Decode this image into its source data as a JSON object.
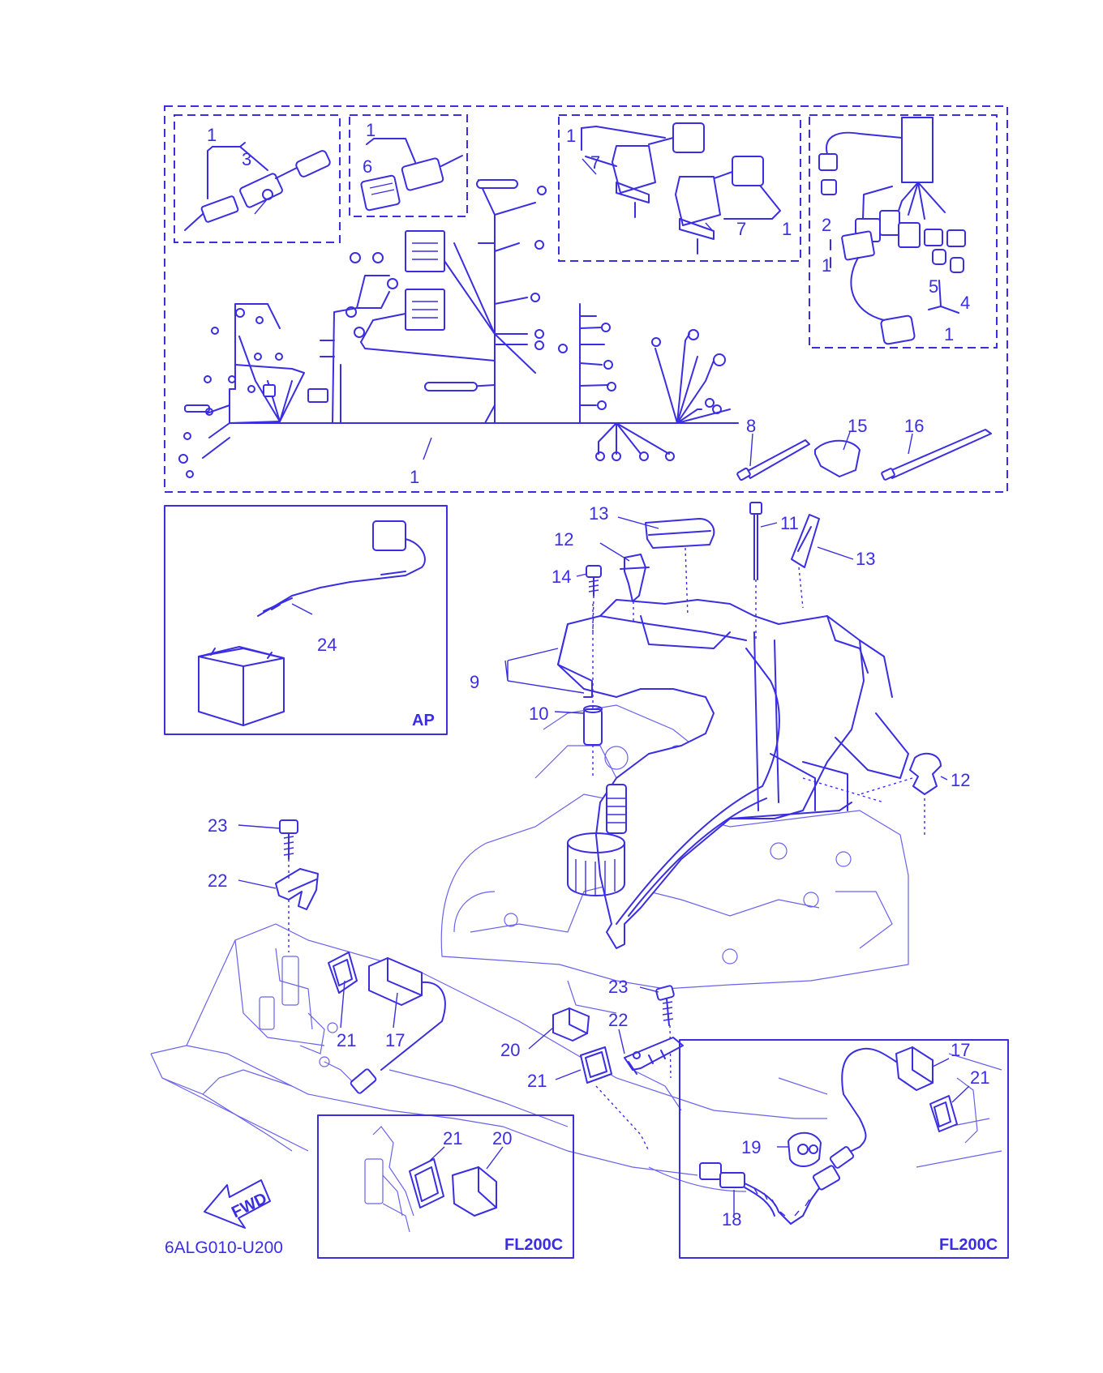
{
  "diagram": {
    "code": "6ALG010-U200",
    "panel_tags": {
      "battery": "AP",
      "bottom_center": "FL200C",
      "bottom_right": "FL200C"
    },
    "fwd_arrow": "FWD",
    "callouts": [
      {
        "id": "c-1a",
        "text": "1"
      },
      {
        "id": "c-3",
        "text": "3"
      },
      {
        "id": "c-1b",
        "text": "1"
      },
      {
        "id": "c-6",
        "text": "6"
      },
      {
        "id": "c-1c",
        "text": "1"
      },
      {
        "id": "c-7a",
        "text": "7"
      },
      {
        "id": "c-7b",
        "text": "7"
      },
      {
        "id": "c-1d",
        "text": "1"
      },
      {
        "id": "c-2",
        "text": "2"
      },
      {
        "id": "c-1e",
        "text": "1"
      },
      {
        "id": "c-5",
        "text": "5"
      },
      {
        "id": "c-4",
        "text": "4"
      },
      {
        "id": "c-1f",
        "text": "1"
      },
      {
        "id": "c-1g",
        "text": "1"
      },
      {
        "id": "c-8",
        "text": "8"
      },
      {
        "id": "c-15",
        "text": "15"
      },
      {
        "id": "c-16",
        "text": "16"
      },
      {
        "id": "c-24",
        "text": "24"
      },
      {
        "id": "c-13a",
        "text": "13"
      },
      {
        "id": "c-11",
        "text": "11"
      },
      {
        "id": "c-13b",
        "text": "13"
      },
      {
        "id": "c-12a",
        "text": "12"
      },
      {
        "id": "c-14",
        "text": "14"
      },
      {
        "id": "c-9",
        "text": "9"
      },
      {
        "id": "c-10",
        "text": "10"
      },
      {
        "id": "c-12b",
        "text": "12"
      },
      {
        "id": "c-23a",
        "text": "23"
      },
      {
        "id": "c-22a",
        "text": "22"
      },
      {
        "id": "c-21a",
        "text": "21"
      },
      {
        "id": "c-17a",
        "text": "17"
      },
      {
        "id": "c-23b",
        "text": "23"
      },
      {
        "id": "c-22b",
        "text": "22"
      },
      {
        "id": "c-20a",
        "text": "20"
      },
      {
        "id": "c-21b",
        "text": "21"
      },
      {
        "id": "c-21c",
        "text": "21"
      },
      {
        "id": "c-20b",
        "text": "20"
      },
      {
        "id": "c-17b",
        "text": "17"
      },
      {
        "id": "c-21d",
        "text": "21"
      },
      {
        "id": "c-19",
        "text": "19"
      },
      {
        "id": "c-18",
        "text": "18"
      }
    ],
    "colors": {
      "ink": "#3a2ee0",
      "paper": "#ffffff"
    }
  }
}
